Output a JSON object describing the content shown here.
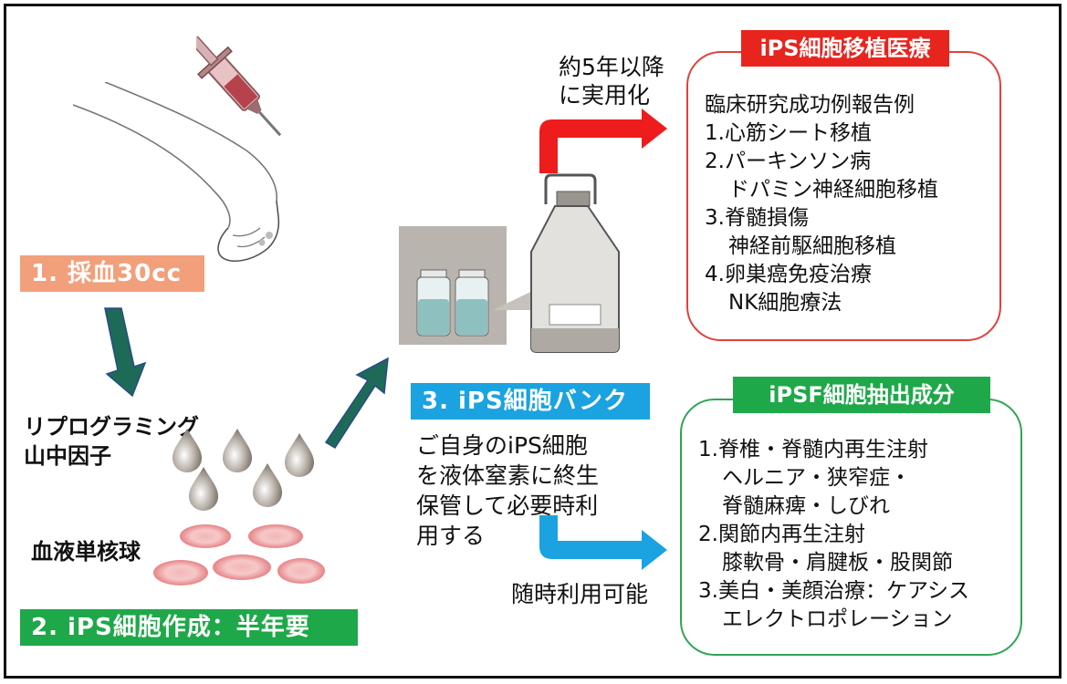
{
  "step1": {
    "label": "1. 採血30cc",
    "color": "#F2A07B"
  },
  "step2": {
    "label": "2. iPS細胞作成：半年要",
    "color": "#1FA84A"
  },
  "step3": {
    "label": "3. iPS細胞バンク",
    "color": "#1AA3E0"
  },
  "reprogramming": {
    "line1": "リプログラミング",
    "line2": "山中因子"
  },
  "blood_cells": {
    "label": "血液単核球"
  },
  "practical": {
    "line1": "約5年以降",
    "line2": "に実用化"
  },
  "bank_desc": {
    "lines": [
      "ご自身のiPS細胞",
      "を液体窒素に終生",
      "保管して必要時利",
      "用する"
    ]
  },
  "anytime": {
    "label": "随時利用可能"
  },
  "transplant": {
    "title": "iPS細胞移植医療",
    "color": "#E8241E",
    "lines": [
      "臨床研究成功例報告例",
      "1.心筋シート移植",
      "2.パーキンソン病",
      "ドパミン神経細胞移植",
      "3.脊髄損傷",
      "神経前駆細胞移植",
      "4.卵巣癌免疫治療",
      "NK細胞療法"
    ]
  },
  "ipsf": {
    "title": "iPSF細胞抽出成分",
    "color": "#1FA84A",
    "lines": [
      "1.脊椎・脊髄内再生注射",
      "ヘルニア・狭窄症・",
      "脊髄麻痺・しびれ",
      "2.関節内再生注射",
      "膝軟骨・肩腱板・股関節",
      "3.美白・美顔治療：ケアシス",
      "エレクトロポレーション"
    ]
  },
  "icons": [
    "syringe-icon",
    "arm-icon",
    "droplet-icon",
    "blood-cell-icon",
    "vial-icon",
    "cryo-tank-icon"
  ]
}
